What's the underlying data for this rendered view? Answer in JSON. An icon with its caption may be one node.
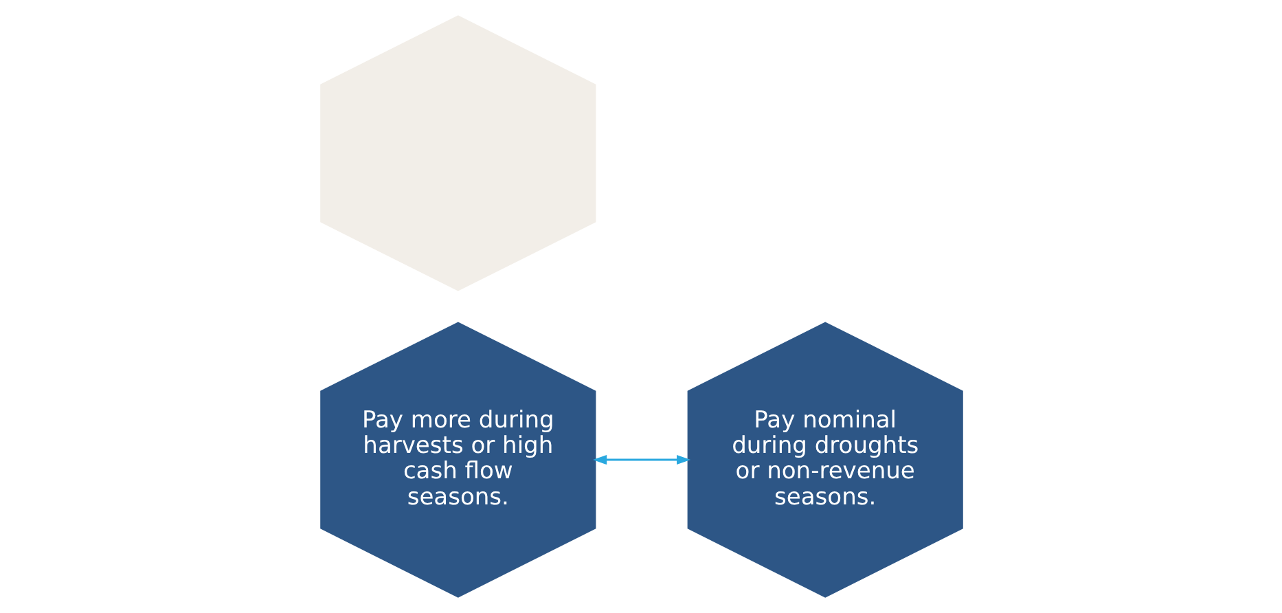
{
  "diagram": {
    "nodes": [
      {
        "text": [
          "Pay more during harvests or high cash flow seasons."
        ]
      },
      {
        "text": [
          "Pay nominal during droughts or non-revenue seasons."
        ]
      },
      {
        "text": [],
        "shape": "hexagon"
      }
    ],
    "edges": [
      {
        "from": 0,
        "to": 1,
        "arrow": "both",
        "color": "#29a8df"
      }
    ]
  }
}
